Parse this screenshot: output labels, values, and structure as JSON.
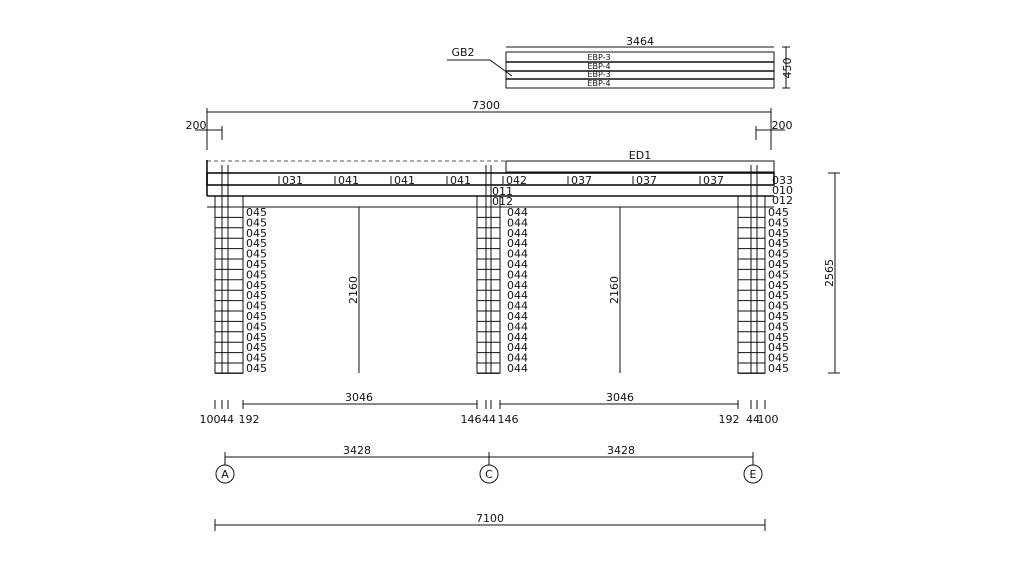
{
  "panel": {
    "label": "GB2",
    "width_dim": "3464",
    "height_dim": "450",
    "rows": [
      "EBP-3",
      "EBP-4",
      "EBP-3",
      "EBP-4"
    ]
  },
  "overall": {
    "width_dim": "7300",
    "overhang_left": "200",
    "overhang_right": "200",
    "height_dim": "2565"
  },
  "roof": {
    "edge_label": "ED1"
  },
  "beam_labels_left": [
    "031",
    "041",
    "041",
    "041"
  ],
  "beam_labels_right": [
    "042",
    "037",
    "037",
    "037"
  ],
  "mid_labels": [
    "011",
    "012"
  ],
  "right_top_labels": [
    "033",
    "010",
    "012"
  ],
  "left_column_labels": [
    "045",
    "045",
    "045",
    "045",
    "045",
    "045",
    "045",
    "045",
    "045",
    "045",
    "045",
    "045",
    "045",
    "045",
    "045",
    "045"
  ],
  "mid_column_labels": [
    "044",
    "044",
    "044",
    "044",
    "044",
    "044",
    "044",
    "044",
    "044",
    "044",
    "044",
    "044",
    "044",
    "044",
    "044",
    "044"
  ],
  "right_column_labels": [
    "045",
    "045",
    "045",
    "045",
    "045",
    "045",
    "045",
    "045",
    "045",
    "045",
    "045",
    "045",
    "045",
    "045",
    "045",
    "045"
  ],
  "clear_height_left": "2160",
  "clear_height_right": "2160",
  "clear_span_left": "3046",
  "clear_span_right": "3046",
  "detail_dims_left": [
    "100",
    "44",
    "192"
  ],
  "detail_dims_mid": [
    "146",
    "44",
    "146"
  ],
  "detail_dims_right": [
    "192",
    "44",
    "100"
  ],
  "axis_span_left": "3428",
  "axis_span_right": "3428",
  "axes": [
    "A",
    "C",
    "E"
  ],
  "total_dim": "7100"
}
